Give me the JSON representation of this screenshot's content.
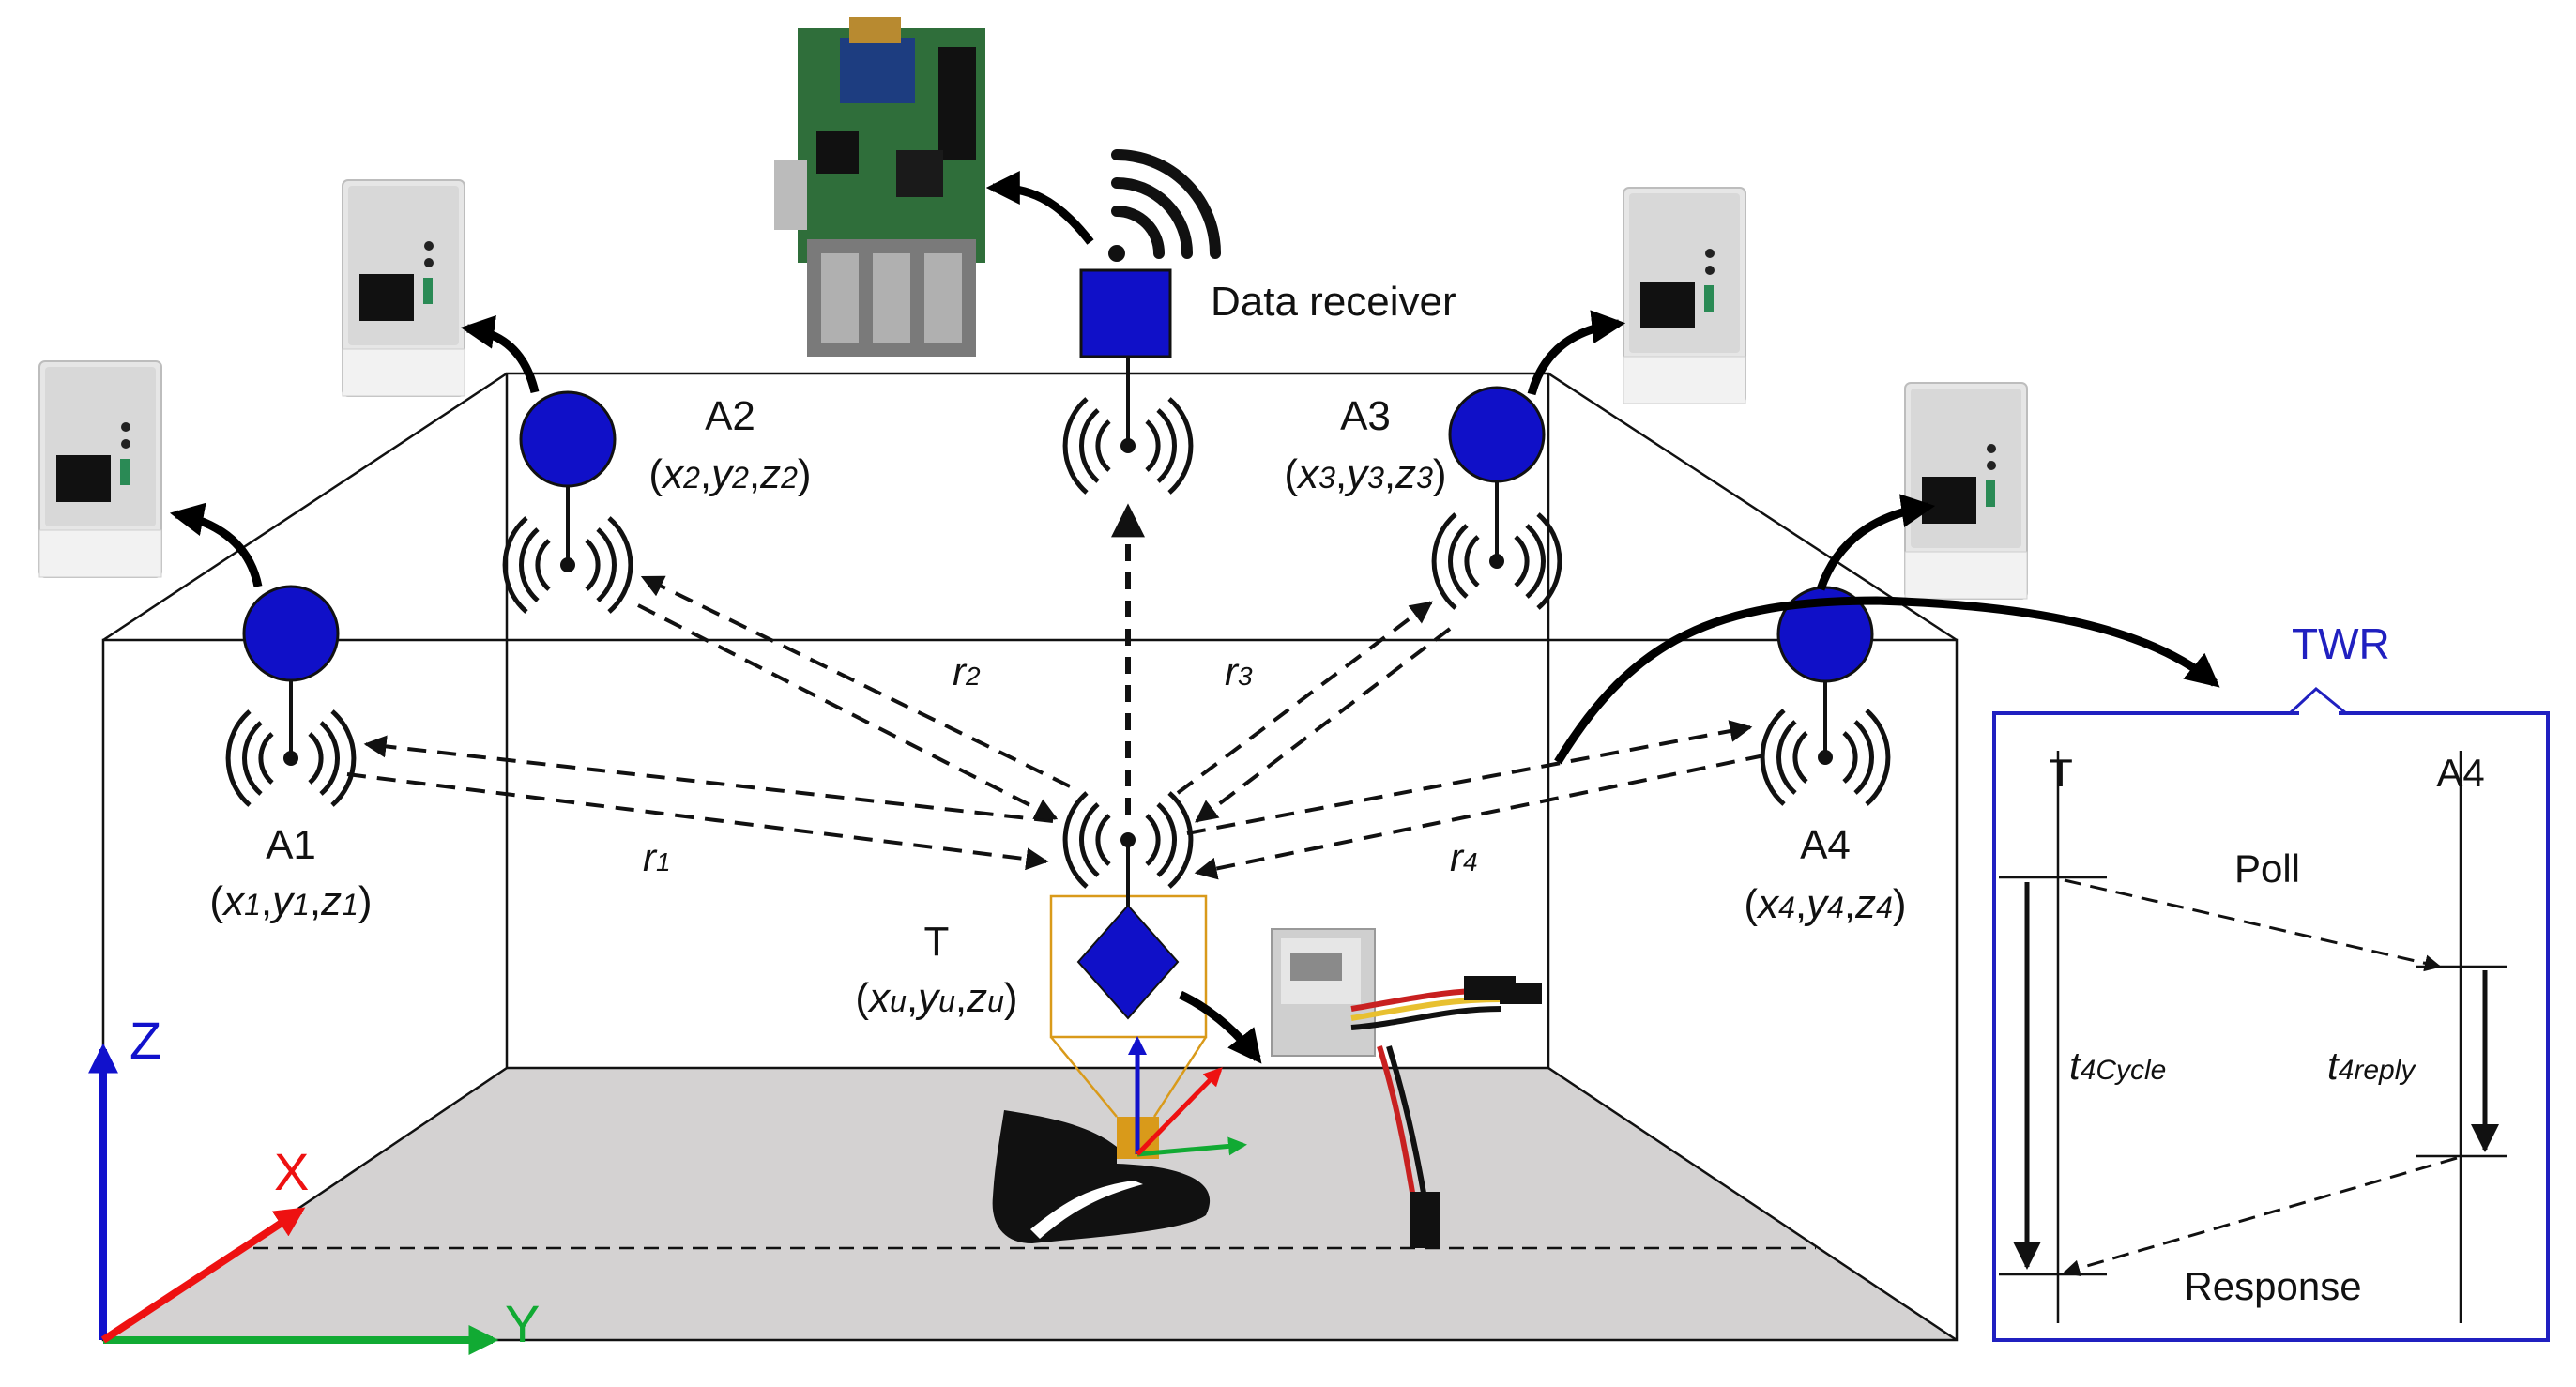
{
  "receiver": {
    "label": "Data receiver"
  },
  "anchors": [
    {
      "name": "A1",
      "coord_x": "x",
      "coord_x_sub": "1",
      "coord_y": "y",
      "coord_y_sub": "1",
      "coord_z": "z",
      "coord_z_sub": "1"
    },
    {
      "name": "A2",
      "coord_x": "x",
      "coord_x_sub": "2",
      "coord_y": "y",
      "coord_y_sub": "2",
      "coord_z": "z",
      "coord_z_sub": "2"
    },
    {
      "name": "A3",
      "coord_x": "x",
      "coord_x_sub": "3",
      "coord_y": "y",
      "coord_y_sub": "3",
      "coord_z": "z",
      "coord_z_sub": "3"
    },
    {
      "name": "A4",
      "coord_x": "x",
      "coord_x_sub": "4",
      "coord_y": "y",
      "coord_y_sub": "4",
      "coord_z": "z",
      "coord_z_sub": "4"
    }
  ],
  "tag": {
    "name": "T",
    "coord_x": "x",
    "coord_x_sub": "u",
    "coord_y": "y",
    "coord_y_sub": "u",
    "coord_z": "z",
    "coord_z_sub": "u"
  },
  "ranges": [
    {
      "base": "r",
      "sub": "1"
    },
    {
      "base": "r",
      "sub": "2"
    },
    {
      "base": "r",
      "sub": "3"
    },
    {
      "base": "r",
      "sub": "4"
    }
  ],
  "axes": {
    "x": "X",
    "y": "Y",
    "z": "Z"
  },
  "twr": {
    "callout": "TWR",
    "left_label": "T",
    "right_label": "A4",
    "poll": "Poll",
    "response": "Response",
    "cycle_base": "t",
    "cycle_sub": "4Cycle",
    "reply_base": "t",
    "reply_sub": "4reply"
  },
  "colors": {
    "node": "#1010c8",
    "callout": "#2020c0",
    "axis_x": "#ee1111",
    "axis_y": "#11aa33",
    "axis_z": "#1111cc",
    "floor": "#d4d2d2",
    "tag_box": "#d99a1a"
  }
}
